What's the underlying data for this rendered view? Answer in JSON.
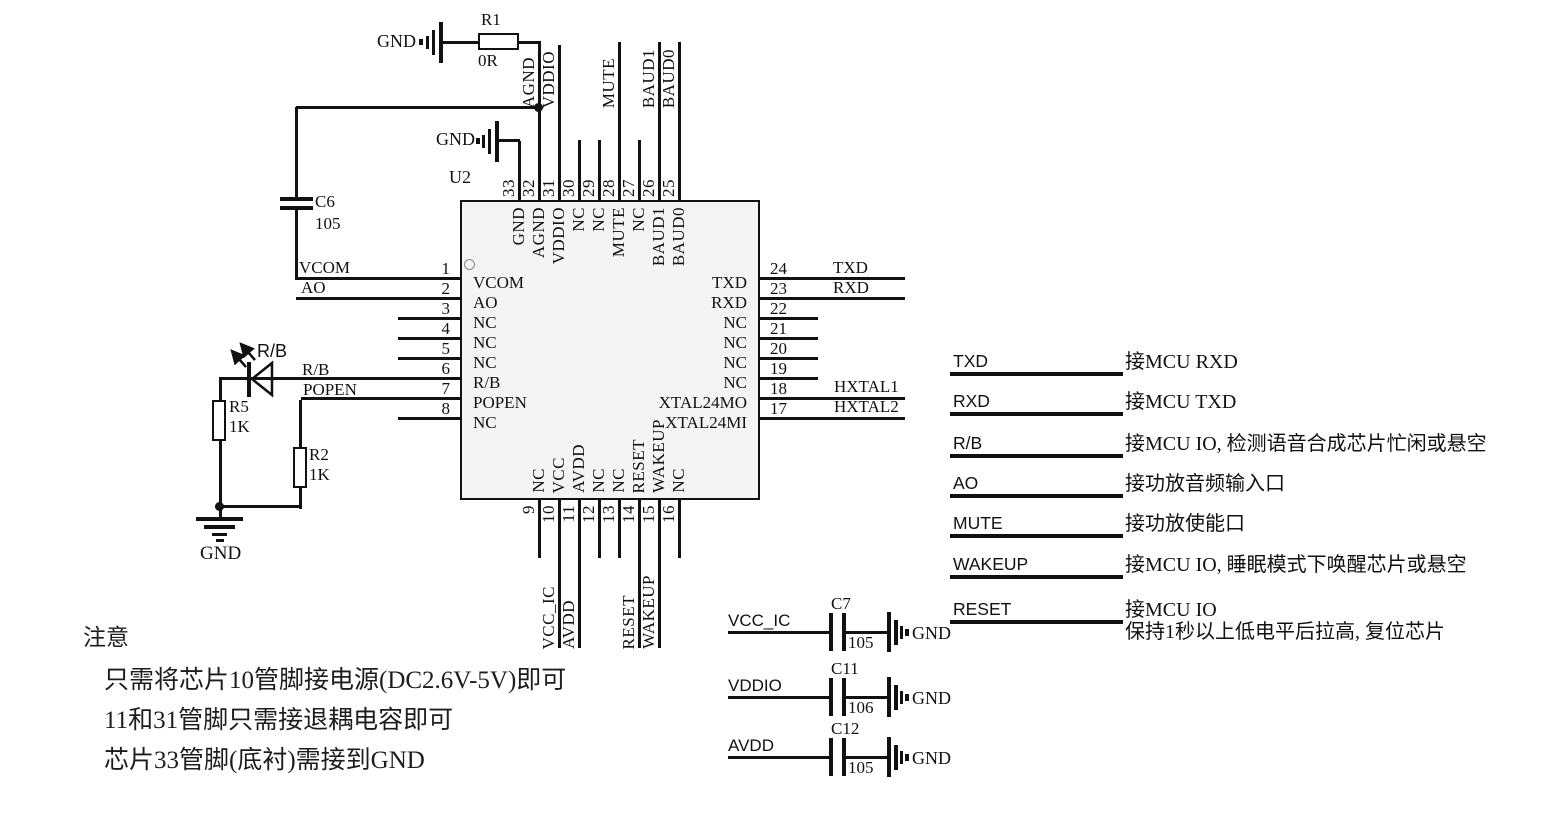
{
  "chip": {
    "designator": "U2",
    "top_pins": [
      {
        "num": "33",
        "label": "GND"
      },
      {
        "num": "32",
        "label": "AGND"
      },
      {
        "num": "31",
        "label": "VDDIO"
      },
      {
        "num": "30",
        "label": "NC"
      },
      {
        "num": "29",
        "label": "NC"
      },
      {
        "num": "28",
        "label": "MUTE"
      },
      {
        "num": "27",
        "label": "NC"
      },
      {
        "num": "26",
        "label": "BAUD1"
      },
      {
        "num": "25",
        "label": "BAUD0"
      }
    ],
    "left_pins": [
      {
        "num": "1",
        "label": "VCOM"
      },
      {
        "num": "2",
        "label": "AO"
      },
      {
        "num": "3",
        "label": "NC"
      },
      {
        "num": "4",
        "label": "NC"
      },
      {
        "num": "5",
        "label": "NC"
      },
      {
        "num": "6",
        "label": "R/B"
      },
      {
        "num": "7",
        "label": "POPEN"
      },
      {
        "num": "8",
        "label": "NC"
      }
    ],
    "right_pins": [
      {
        "num": "24",
        "label": "TXD"
      },
      {
        "num": "23",
        "label": "RXD"
      },
      {
        "num": "22",
        "label": "NC"
      },
      {
        "num": "21",
        "label": "NC"
      },
      {
        "num": "20",
        "label": "NC"
      },
      {
        "num": "19",
        "label": "NC"
      },
      {
        "num": "18",
        "label": "XTAL24MO"
      },
      {
        "num": "17",
        "label": "XTAL24MI"
      }
    ],
    "bottom_pins": [
      {
        "num": "9",
        "label": "NC"
      },
      {
        "num": "10",
        "label": "VCC"
      },
      {
        "num": "11",
        "label": "AVDD"
      },
      {
        "num": "12",
        "label": "NC"
      },
      {
        "num": "13",
        "label": "NC"
      },
      {
        "num": "14",
        "label": "RESET"
      },
      {
        "num": "15",
        "label": "WAKEUP"
      },
      {
        "num": "16",
        "label": "NC"
      }
    ]
  },
  "net_labels": {
    "top": {
      "agnd": "AGND",
      "vddio": "VDDIO",
      "mute": "MUTE",
      "baud1": "BAUD1",
      "baud0": "BAUD0"
    },
    "left": {
      "vcom": "VCOM",
      "ao": "AO",
      "rb": "R/B",
      "popen": "POPEN"
    },
    "right": {
      "txd": "TXD",
      "rxd": "RXD",
      "hxtal1": "HXTAL1",
      "hxtal2": "HXTAL2"
    },
    "bottom": {
      "vcc_ic": "VCC_IC",
      "avdd": "AVDD",
      "reset": "RESET",
      "wakeup": "WAKEUP"
    }
  },
  "components": {
    "r1": {
      "ref": "R1",
      "value": "0R"
    },
    "c6": {
      "ref": "C6",
      "value": "105"
    },
    "r5": {
      "ref": "R5",
      "value": "1K"
    },
    "r2": {
      "ref": "R2",
      "value": "1K"
    },
    "led": {
      "label": "R/B"
    }
  },
  "gnd": "GND",
  "decoupling": [
    {
      "net": "VCC_IC",
      "ref": "C7",
      "value": "105",
      "gnd": "GND"
    },
    {
      "net": "VDDIO",
      "ref": "C11",
      "value": "106",
      "gnd": "GND"
    },
    {
      "net": "AVDD",
      "ref": "C12",
      "value": "105",
      "gnd": "GND"
    }
  ],
  "signal_table": [
    {
      "signal": "TXD",
      "desc": "接MCU RXD"
    },
    {
      "signal": "RXD",
      "desc": "接MCU TXD"
    },
    {
      "signal": "R/B",
      "desc": "接MCU IO, 检测语音合成芯片忙闲或悬空"
    },
    {
      "signal": "AO",
      "desc": "接功放音频输入口"
    },
    {
      "signal": "MUTE",
      "desc": "接功放使能口"
    },
    {
      "signal": "WAKEUP",
      "desc": "接MCU IO, 睡眠模式下唤醒芯片或悬空"
    },
    {
      "signal": "RESET",
      "desc": "接MCU IO",
      "desc2": "保持1秒以上低电平后拉高, 复位芯片"
    }
  ],
  "notes": {
    "title": "注意",
    "lines": [
      "只需将芯片10管脚接电源(DC2.6V-5V)即可",
      "11和31管脚只需接退耦电容即可",
      "芯片33管脚(底衬)需接到GND"
    ]
  }
}
